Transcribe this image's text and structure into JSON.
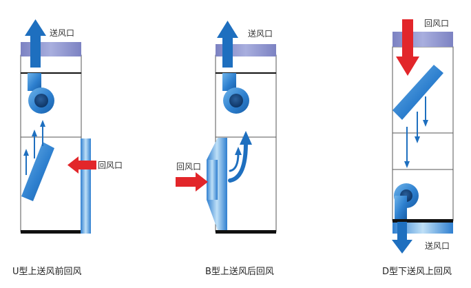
{
  "labels": {
    "supply_outlet": "送风口",
    "return_inlet": "回风口"
  },
  "captions": {
    "u_type": "U型上送风前回风",
    "b_type": "B型上送风后回风",
    "d_type": "D型下送风上回风"
  },
  "colors": {
    "supply_arrow": "#1e6fbf",
    "return_arrow": "#e2262a",
    "plenum": "#8f96cc",
    "unit_outline": "#555555",
    "base_bar": "#111111"
  }
}
